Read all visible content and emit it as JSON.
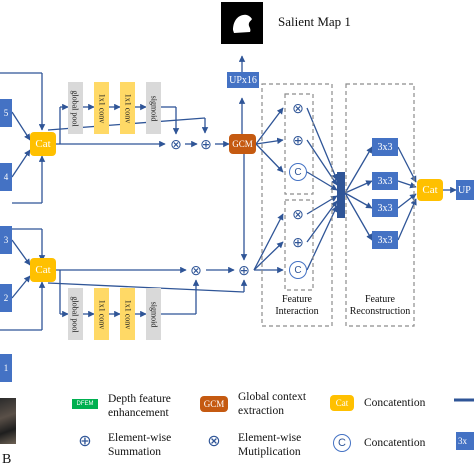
{
  "diagram": {
    "salient_map_label": "Salient Map 1",
    "upsample_top_label": "UPx16",
    "upsample_right_label": "UP",
    "concat_label": "Cat",
    "gcm_label": "GCM",
    "conv_label": "3x3",
    "stage_labels": [
      "5",
      "4",
      "3",
      "2",
      "1"
    ],
    "rgb_label": "B",
    "branch_top": {
      "pool": "global pool",
      "conv1": "1x1 conv",
      "conv2": "1x1 conv",
      "act": "sigmoid"
    },
    "branch_bottom": {
      "pool": "global pool",
      "conv1": "1x1 conv",
      "conv2": "1x1 conv",
      "act": "sigmoid"
    },
    "feature_interaction_label": [
      "Feature",
      "Interaction"
    ],
    "feature_reconstruction_label": [
      "Feature",
      "Reconstruction"
    ],
    "ops": {
      "mul": "⊗",
      "add": "⊕",
      "cat": "C"
    }
  },
  "legend": {
    "dfem_badge": "DFEM",
    "dfem_text": [
      "Depth feature",
      "enhancement"
    ],
    "gcm_badge": "GCM",
    "gcm_text": [
      "Global context",
      "extraction"
    ],
    "cat_badge": "Cat",
    "cat_text": "Concatention",
    "sum_text": [
      "Element-wise",
      "Summation"
    ],
    "mul_text": [
      "Element-wise",
      "Mutiplication"
    ],
    "concat_text": "Concatention",
    "conv_badge": "3x"
  }
}
